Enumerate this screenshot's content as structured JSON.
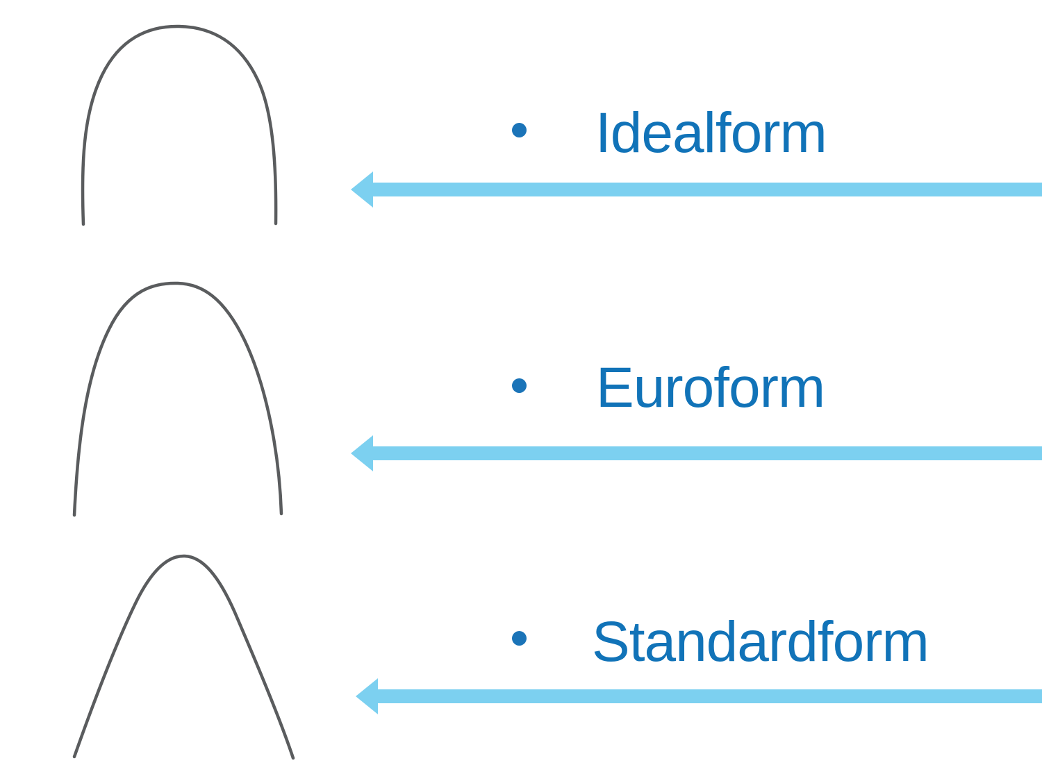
{
  "slide": {
    "items": [
      {
        "label": "Idealform"
      },
      {
        "label": "Euroform"
      },
      {
        "label": "Standardform"
      }
    ]
  },
  "colors": {
    "label_text": "#1173b8",
    "bullet": "#1b74b8",
    "arrow": "#7cd0f0",
    "wire": "#5a5c5e"
  },
  "icons": {
    "wire_ideal": "archwire-ideal-form",
    "wire_euro": "archwire-euro-form",
    "wire_standard": "archwire-standard-form",
    "arrow": "left-arrow"
  }
}
